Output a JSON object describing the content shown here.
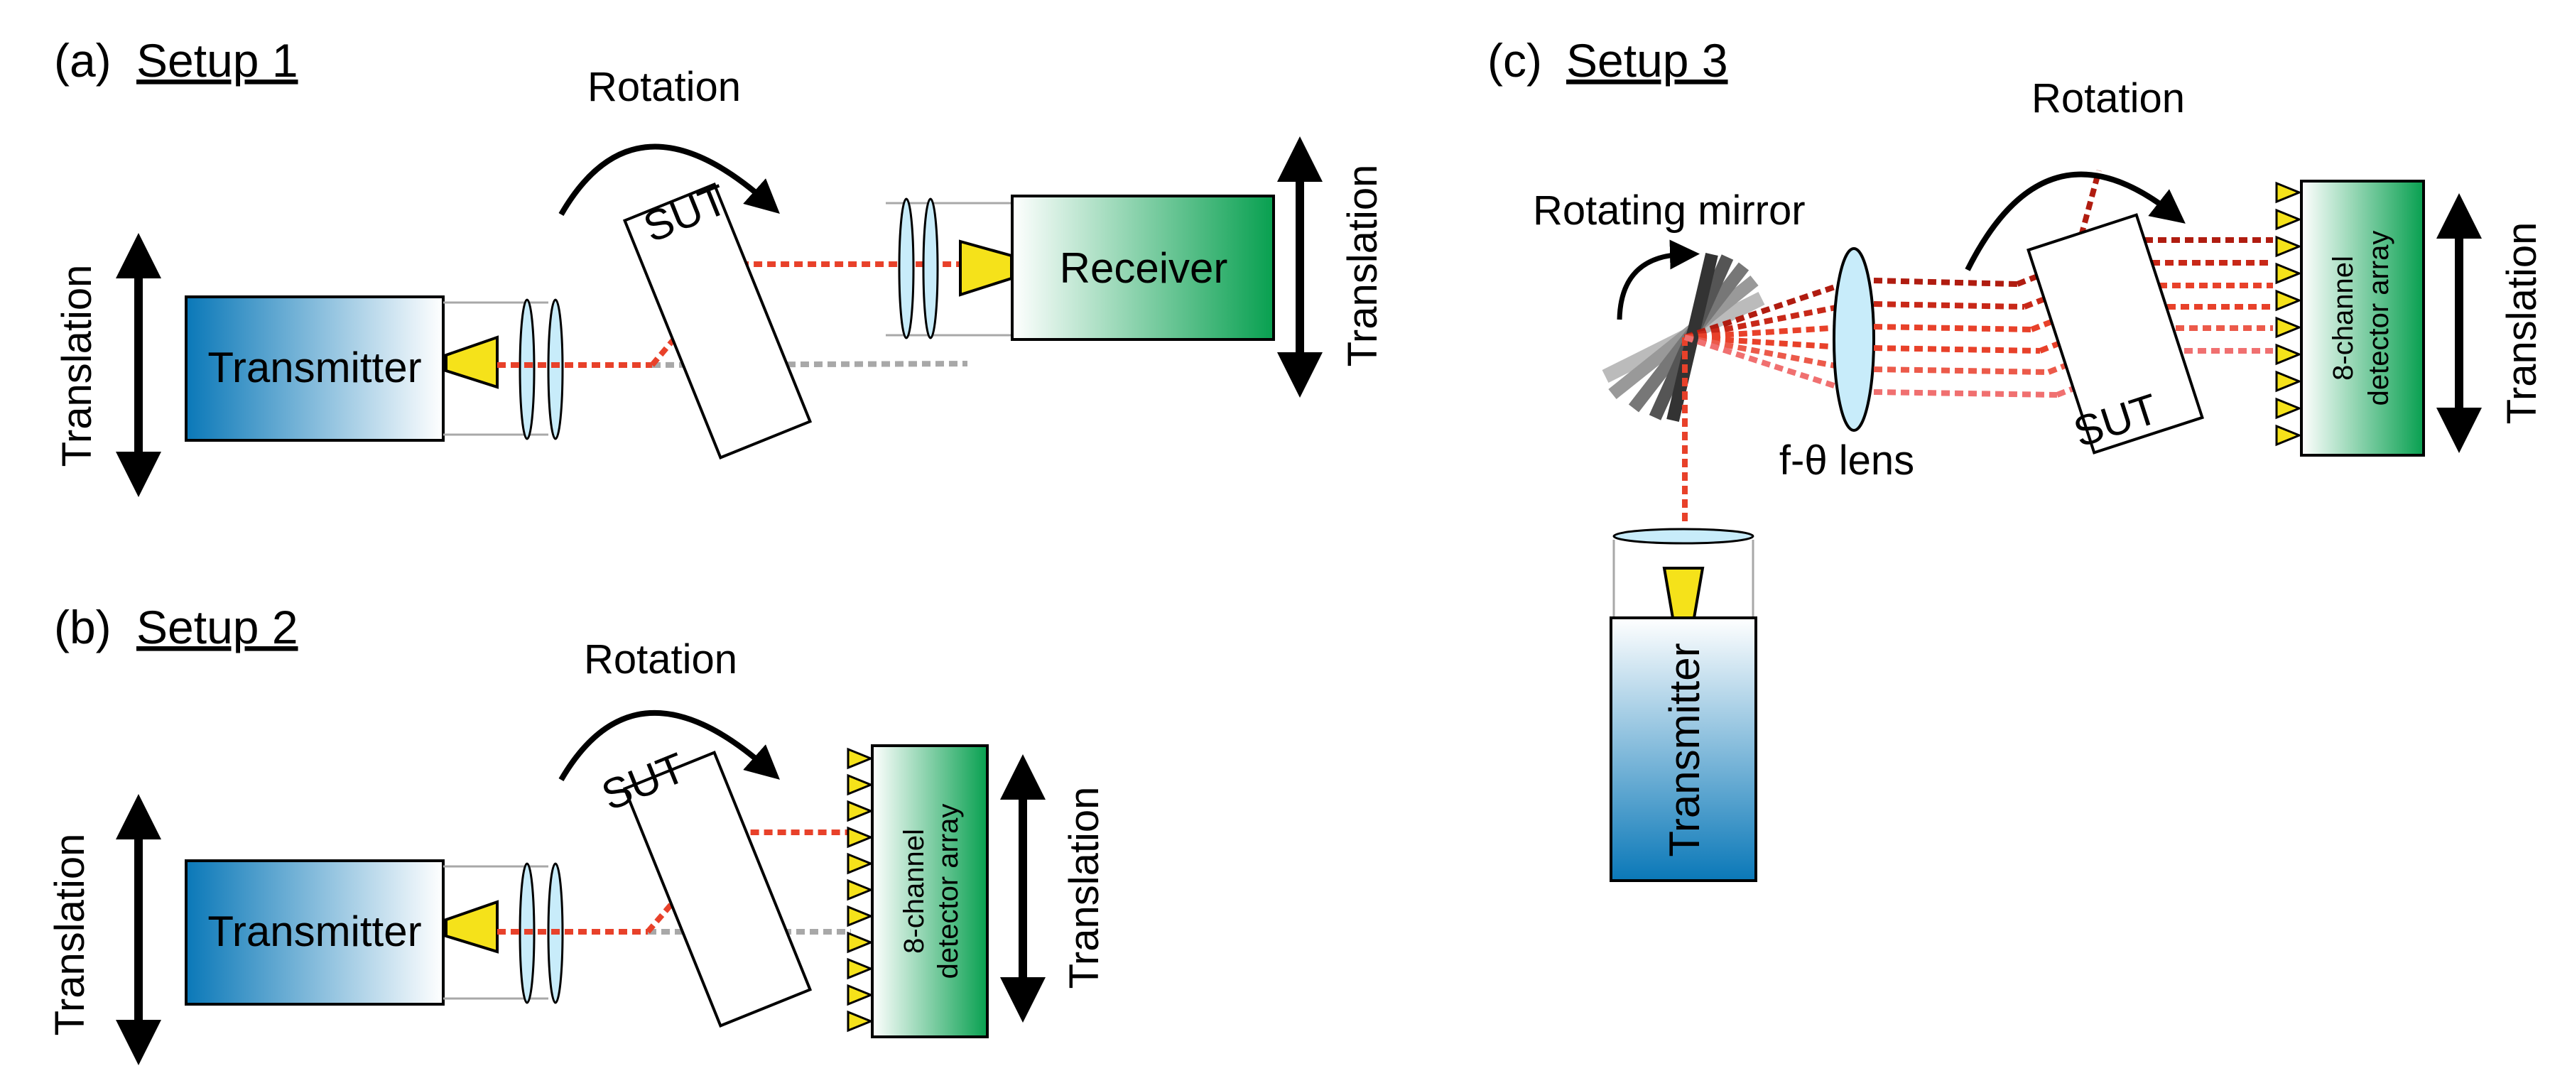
{
  "panels": {
    "a": {
      "letter": "(a)",
      "title": "Setup 1",
      "rotation": "Rotation",
      "sut": "SUT",
      "transmitter": "Transmitter",
      "receiver": "Receiver",
      "translation_left": "Translation",
      "translation_right": "Translation"
    },
    "b": {
      "letter": "(b)",
      "title": "Setup 2",
      "rotation": "Rotation",
      "sut": "SUT",
      "transmitter": "Transmitter",
      "detector_line1": "8-channel",
      "detector_line2": "detector array",
      "translation_left": "Translation",
      "translation_right": "Translation"
    },
    "c": {
      "letter": "(c)",
      "title": "Setup 3",
      "rotation": "Rotation",
      "rotating_mirror": "Rotating mirror",
      "lens": "f-θ lens",
      "sut": "SUT",
      "transmitter": "Transmitter",
      "detector_line1": "8-channel",
      "detector_line2": "detector array",
      "translation": "Translation"
    }
  },
  "colors": {
    "beam": "#e8412a",
    "beam_dark": "#b01c10",
    "beam_light": "#f07070",
    "reference_beam": "#a8a8a8",
    "horn": "#f5e21a",
    "lens_fill": "#c8ecfa",
    "transmitter_gradient": [
      "#0a78b8",
      "#ffffff"
    ],
    "detector_gradient": [
      "#ffffff",
      "#08a050"
    ]
  },
  "icons": [
    "double-arrow-icon",
    "curved-rotation-arrow-icon",
    "horn-antenna-icon",
    "lens-icon",
    "rotating-mirror-icon"
  ]
}
